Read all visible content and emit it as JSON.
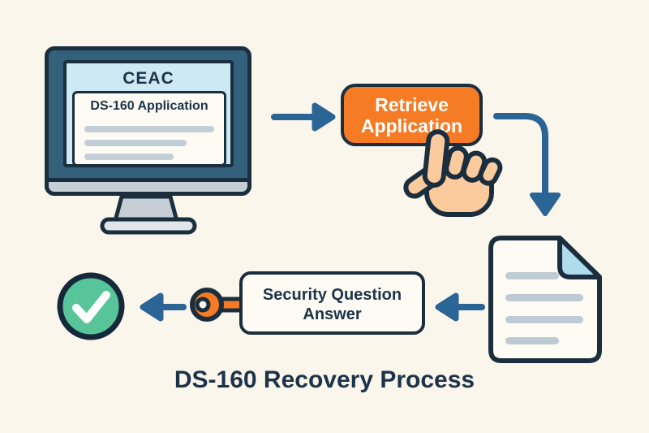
{
  "diagram": {
    "title": "DS-160 Recovery Process",
    "monitor": {
      "header": "CEAC",
      "card_title": "DS-160 Application"
    },
    "button": {
      "label": "Retrieve Application",
      "lines": [
        "Retrieve",
        "Application"
      ]
    },
    "security_box": {
      "label": "Security Question Answer",
      "lines": [
        "Security Question",
        "Answer"
      ]
    },
    "icons": {
      "monitor": "computer-monitor-icon",
      "hand": "pointing-hand-cursor-icon",
      "document": "document-folded-corner-icon",
      "key": "key-icon",
      "check": "checkmark-circle-icon",
      "arrow_right": "arrow-right-icon",
      "arrow_elbow": "arrow-elbow-down-icon",
      "arrow_left": "arrow-left-icon"
    },
    "colors": {
      "background": "#faf6ec",
      "outline_navy": "#1b2e3e",
      "text_navy": "#1d3349",
      "arrow_blue": "#2a6596",
      "monitor_frame_teal": "#33617c",
      "screen_light_blue": "#cde9f3",
      "accent_orange": "#f57b25",
      "hand_skin": "#fbcb9e",
      "success_green": "#57c499",
      "doc_fold_blue": "#aedcec",
      "placeholder_gray": "#c3ced6"
    }
  }
}
